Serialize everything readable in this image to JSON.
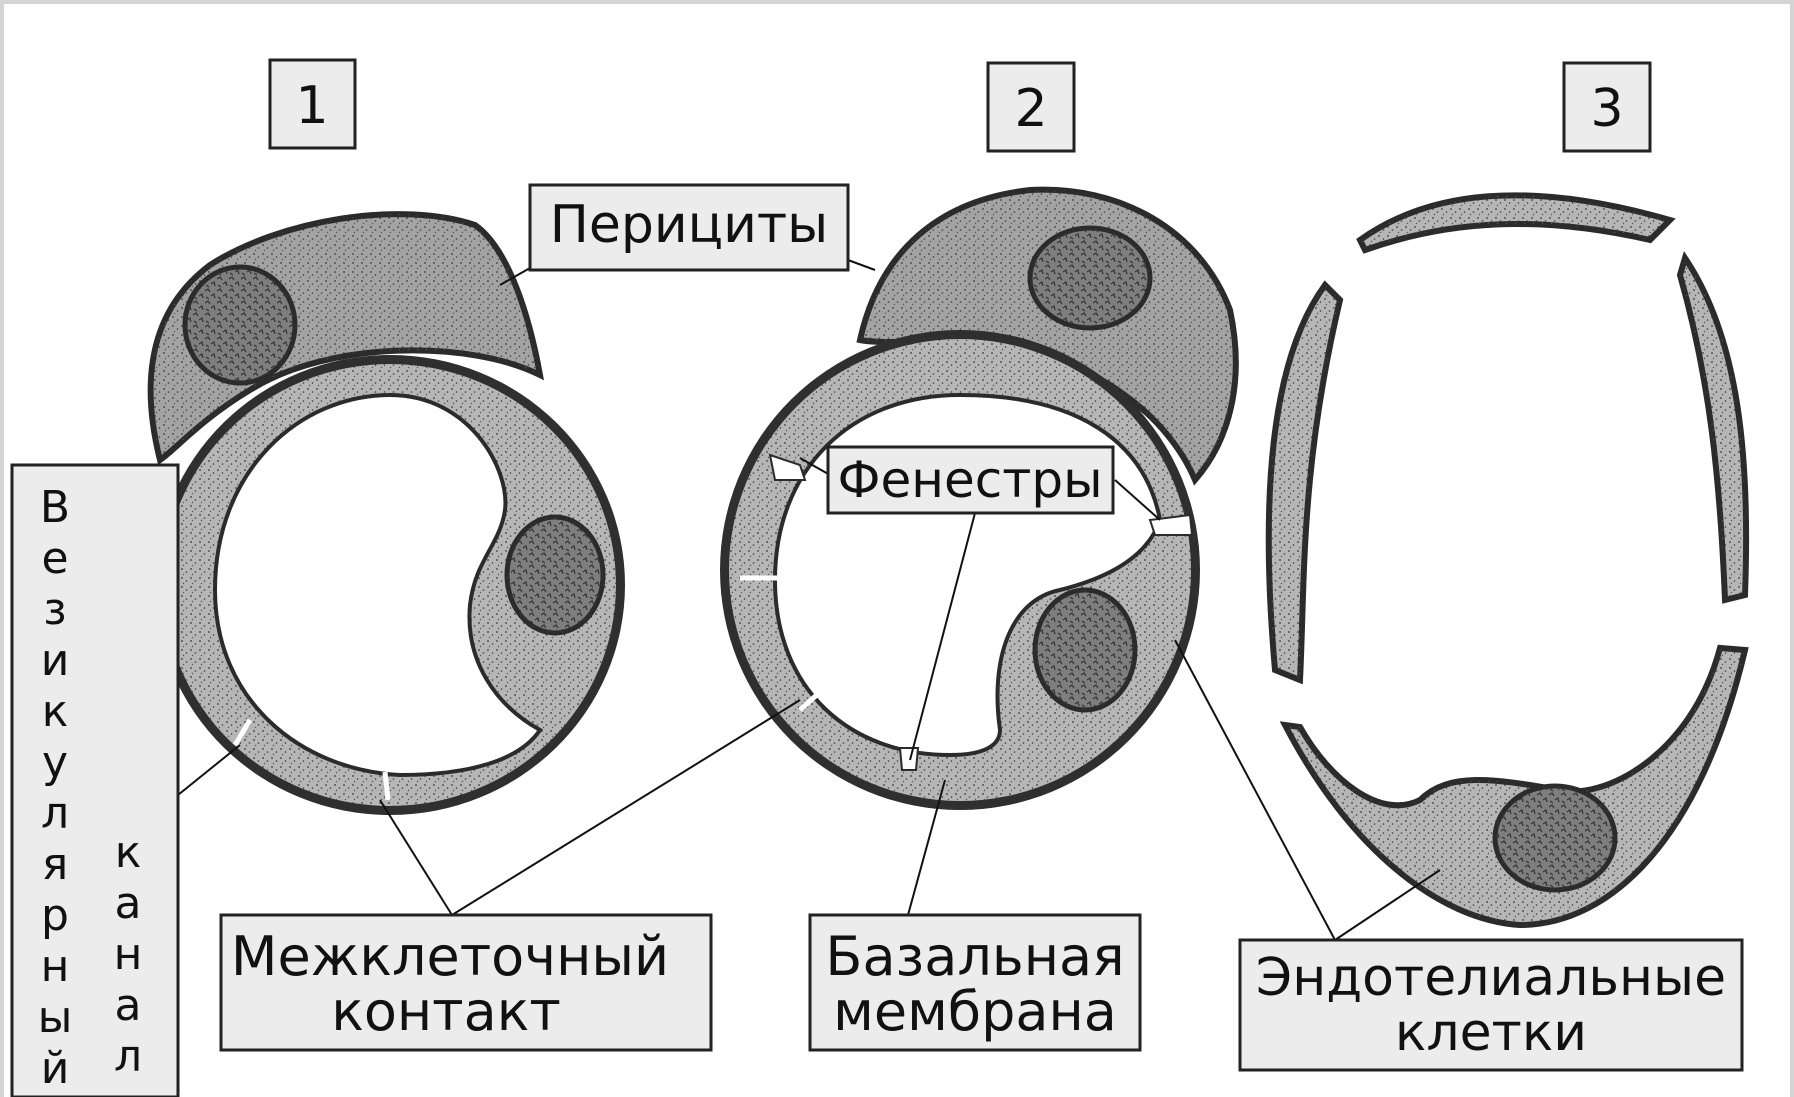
{
  "figure": {
    "panel_numbers": [
      "1",
      "2",
      "3"
    ],
    "labels": {
      "pericytes": "Перициты",
      "fenestrae": "Фенестры",
      "intercellular_contact_line1": "Межклеточный",
      "intercellular_contact_line2": "контакт",
      "basal_membrane_line1": "Базальная",
      "basal_membrane_line2": "мембрана",
      "endothelial_cells_line1": "Эндотелиальные",
      "endothelial_cells_line2": "клетки",
      "vesicular_word1": "Везикулярный",
      "vesicular_word2": "канал"
    }
  },
  "colors": {
    "background_border": "#d4d4d4",
    "canvas": "#ffffff",
    "label_box": "#ececec",
    "outline": "#2b2b2b",
    "cytoplasm": "#b9b9b9",
    "pericyte": "#9a9a9a",
    "nucleus": "#7b7b7b"
  }
}
